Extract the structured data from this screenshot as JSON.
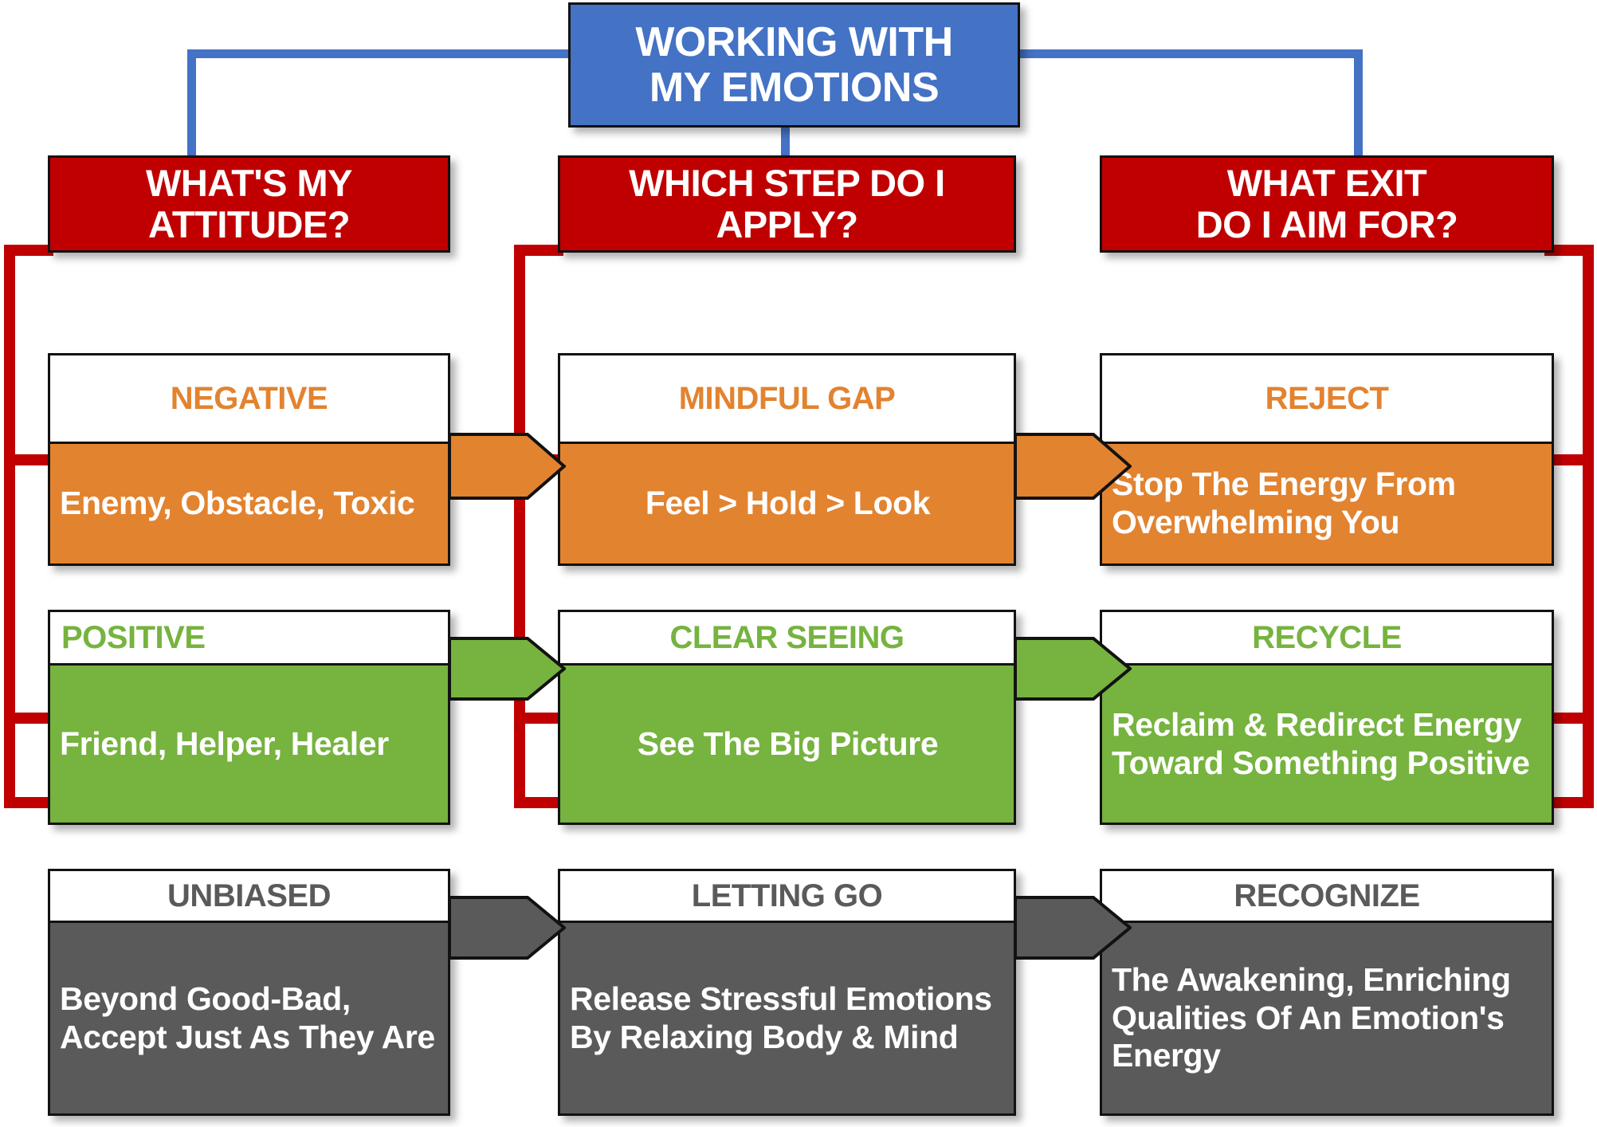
{
  "diagram": {
    "title": "WORKING WITH MY EMOTIONS",
    "title_line1": "WORKING WITH",
    "title_line2": "MY EMOTIONS",
    "colors": {
      "title_blue": "#4472C4",
      "header_red": "#C00000",
      "connector_red": "#C00000",
      "connector_blue": "#4472C4",
      "orange": "#E28330",
      "green": "#76B33F",
      "gray": "#5A5A5A",
      "outline": "#121212",
      "text_light": "#FFFFFF",
      "background": "#FFFFFF"
    }
  },
  "columns": [
    {
      "id": "attitude",
      "header_line1": "WHAT'S MY",
      "header_line2": "ATTITUDE?"
    },
    {
      "id": "step",
      "header_line1": "WHICH STEP DO I",
      "header_line2": "APPLY?"
    },
    {
      "id": "exit",
      "header_line1": "WHAT EXIT",
      "header_line2": "DO I AIM FOR?"
    }
  ],
  "rows": [
    {
      "id": "negative",
      "theme": "orange",
      "attitude": {
        "caption": "NEGATIVE",
        "caption_align": "center",
        "body": "Enemy, Obstacle, Toxic"
      },
      "step": {
        "caption": "MINDFUL GAP",
        "caption_align": "center",
        "body": "Feel > Hold > Look"
      },
      "exit": {
        "caption": "REJECT",
        "caption_align": "center",
        "body": "Stop The Energy From Overwhelming You"
      }
    },
    {
      "id": "positive",
      "theme": "green",
      "attitude": {
        "caption": "POSITIVE",
        "caption_align": "left",
        "body": "Friend, Helper, Healer"
      },
      "step": {
        "caption": "CLEAR SEEING",
        "caption_align": "center",
        "body": "See The Big Picture"
      },
      "exit": {
        "caption": "RECYCLE",
        "caption_align": "center",
        "body": "Reclaim & Redirect Energy Toward Something Positive"
      }
    },
    {
      "id": "unbiased",
      "theme": "gray",
      "attitude": {
        "caption": "UNBIASED",
        "caption_align": "center",
        "body": "Beyond Good-Bad, Accept Just As They Are"
      },
      "step": {
        "caption": "LETTING GO",
        "caption_align": "center",
        "body": "Release Stressful Emotions By Relaxing Body & Mind"
      },
      "exit": {
        "caption": "RECOGNIZE",
        "caption_align": "center",
        "body": "The Awakening, Enriching Qualities Of An Emotion's Energy"
      }
    }
  ]
}
